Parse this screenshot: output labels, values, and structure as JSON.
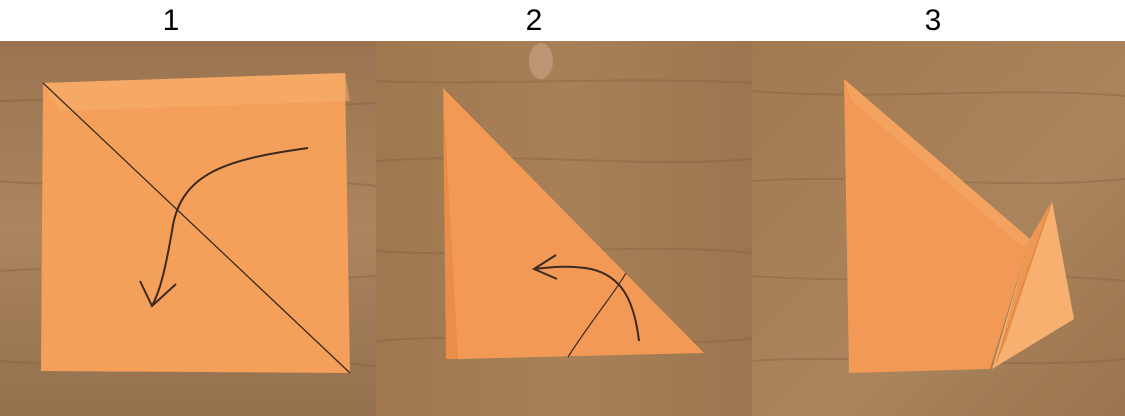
{
  "steps": [
    {
      "number": "1",
      "depicts": "square-paper-with-diagonal-fold-line-and-arrow"
    },
    {
      "number": "2",
      "depicts": "paper-folded-into-triangle-with-arrow"
    },
    {
      "number": "3",
      "depicts": "triangle-with-corner-folded-up"
    }
  ],
  "colors": {
    "paper": "#F5A05A",
    "paper_shade": "#E98D47",
    "paper_light": "#F7B070",
    "wood": "#A47C55",
    "wood_dark": "#8A6441",
    "ink": "#3A2A20",
    "label_text": "#000000"
  }
}
